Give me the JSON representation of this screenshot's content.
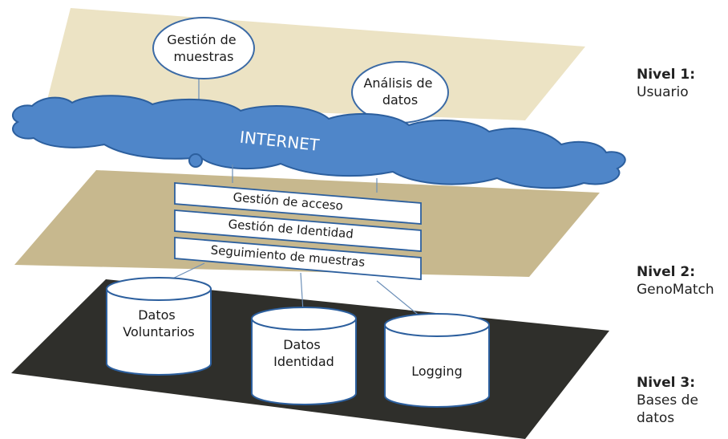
{
  "user_layer": {
    "nodes": [
      {
        "label": "Gestión de\nmuestras"
      },
      {
        "label": "Análisis de\ndatos"
      }
    ]
  },
  "cloud": {
    "label": "INTERNET"
  },
  "services": [
    {
      "label": "Gestión de acceso"
    },
    {
      "label": "Gestión de Identidad"
    },
    {
      "label": "Seguimiento de  muestras"
    }
  ],
  "databases": [
    {
      "label": "Datos\nVoluntarios"
    },
    {
      "label": "Datos\nIdentidad"
    },
    {
      "label": "Logging"
    }
  ],
  "levels": [
    {
      "title": "Nivel 1:",
      "name": "Usuario"
    },
    {
      "title": "Nivel 2:",
      "name": "GenoMatch"
    },
    {
      "title": "Nivel 3:",
      "name": "Bases de\ndatos"
    }
  ],
  "colors": {
    "level1_plane": "#ece3c4",
    "level2_plane": "#c7b88e",
    "level3_plane": "#2f2f2b",
    "cloud_fill": "#4f86c9",
    "cloud_stroke": "#2c5f9e",
    "ellipse_stroke": "#3b6aa5",
    "connector": "#6c8fb8"
  }
}
